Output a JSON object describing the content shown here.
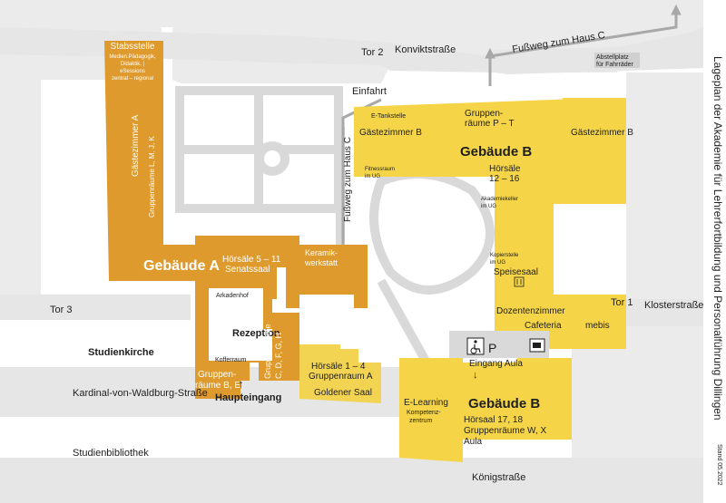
{
  "colors": {
    "street": "#ebebeb",
    "path": "#d9d9d9",
    "building_a": "#de9a2c",
    "building_b": "#f5d547",
    "hall_c": "#e8b33c",
    "grey_road_arrow": "#a8a8a8",
    "text_dark": "#1e1e1e",
    "text_white": "#ffffff"
  },
  "sidebar": {
    "title": "Lageplan der Akademie für Lehrerfortbildung und Personalführung Dillingen",
    "date": "Stand 05.2022"
  },
  "streets": {
    "tor2": "Tor 2",
    "konviktstrasse": "Konviktstraße",
    "fussweg_haus_c_top": "Fußweg zum Haus C",
    "einfahrt": "Einfahrt",
    "fussweg_haus_c_side": "Fußweg zum Haus C",
    "abstellplatz_line1": "Abstellplatz",
    "abstellplatz_line2": "für Fahrräder",
    "tor3": "Tor 3",
    "tor1": "Tor 1",
    "klosterstrasse": "Klosterstraße",
    "kardinal": "Kardinal-von-Waldburg-Straße",
    "studienbibliothek": "Studienbibliothek",
    "koenigstrasse": "Königstraße"
  },
  "building_a": {
    "name": "Gebäude A",
    "stabsstelle": "Stabsstelle",
    "stabs_sub1": "Medien.Pädagogik,",
    "stabs_sub2": "Didaktik. |",
    "stabs_sub3": "eSessions",
    "stabs_sub4": "zentral – regional",
    "gaestezimmer_a": "Gästezimmer A",
    "gruppenraeume_lmjk": "Gruppenräume L, M, J, K",
    "hoersaele_5_11": "Hörsäle 5 – 11",
    "senatssaal": "Senatssaal",
    "keramik1": "Keramik-",
    "keramik2": "werkstatt",
    "arkadenhof": "Arkadenhof",
    "rezeption": "Rezeption",
    "kofferraum": "Kofferraum",
    "gruppenraeume_be_1": "Gruppen-",
    "gruppenraeume_be_2": "räume B, E",
    "gruppenraeume_cdfgh_1": "Gruppenräume",
    "gruppenraeume_cdfgh_2": "C, D, F, G, H",
    "haupteingang": "Haupteingang",
    "haupteingang_arrow": "↑"
  },
  "studienkirche": "Studienkirche",
  "hall_c": {
    "hoersaele_1_4": "Hörsäle 1 – 4",
    "gruppenraum_a": "Gruppenraum A",
    "goldener_saal": "Goldener Saal"
  },
  "building_b_north": {
    "name": "Gebäude B",
    "e_tankstelle": "E-Tankstelle",
    "gruppenraeume_pt_1": "Gruppen-",
    "gruppenraeume_pt_2": "räume P – T",
    "gaestezimmer_b_left": "Gästezimmer B",
    "gaestezimmer_b_right": "Gästezimmer B",
    "fitness1": "Fitnessraum",
    "fitness2": "im UG",
    "hoersaele_12_16_1": "Hörsäle",
    "hoersaele_12_16_2": "12 – 16",
    "akademiekeller1": "Akademiekeller",
    "akademiekeller2": "im UG",
    "kopierstelle1": "Kopierstelle",
    "kopierstelle2": "im UG",
    "speisesaal": "Speisesaal",
    "dozentenzimmer": "Dozentenzimmer",
    "cafeteria": "Cafeteria",
    "mebis": "mebis"
  },
  "building_b_south": {
    "name": "Gebäude B",
    "parking_p": "P",
    "eingang_aula": "Eingang Aula",
    "eingang_arrow": "↓",
    "elearning": "E-Learning",
    "kompetenz1": "Kompetenz-",
    "kompetenz2": "zentrum",
    "hoersaal_17_18": "Hörsaal 17, 18",
    "gruppenraeume_wx": "Gruppenräume W, X",
    "aula": "Aula"
  },
  "icons": [
    "wheelchair-icon",
    "parking-sign-icon",
    "cafeteria-icon",
    "cutlery-icon",
    "north-arrow-icon"
  ]
}
